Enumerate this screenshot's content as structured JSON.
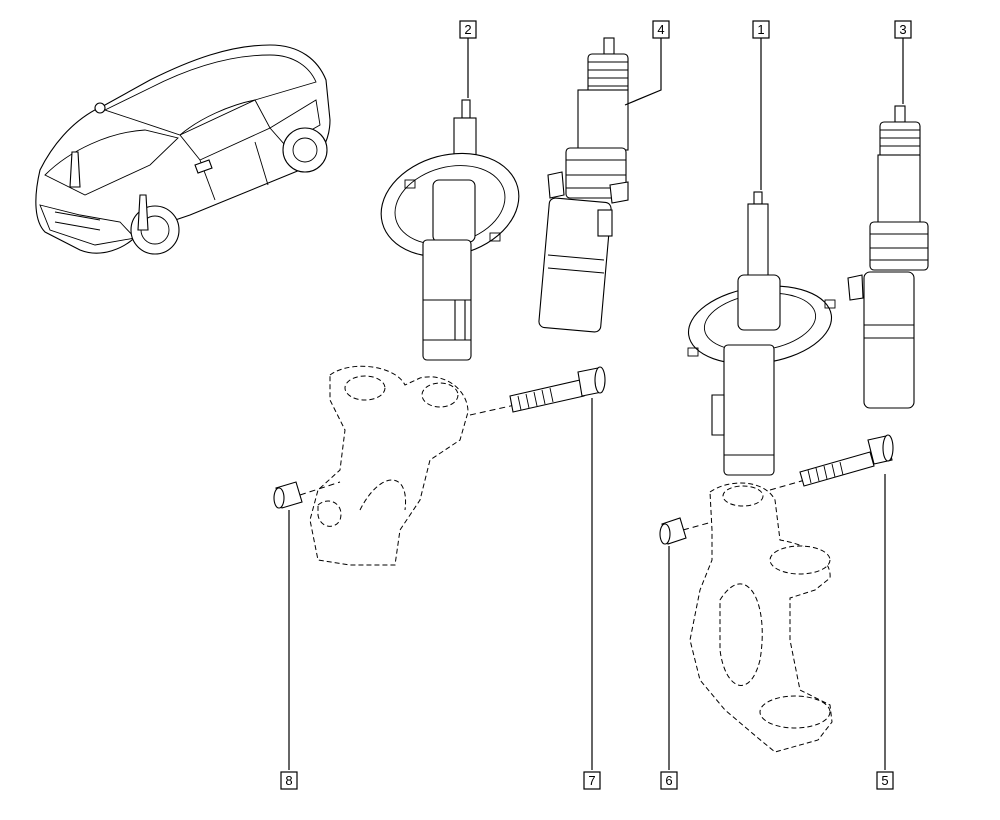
{
  "callouts": [
    {
      "id": "callout-1",
      "label": "1"
    },
    {
      "id": "callout-2",
      "label": "2"
    },
    {
      "id": "callout-3",
      "label": "3"
    },
    {
      "id": "callout-4",
      "label": "4"
    },
    {
      "id": "callout-5",
      "label": "5"
    },
    {
      "id": "callout-6",
      "label": "6"
    },
    {
      "id": "callout-7",
      "label": "7"
    },
    {
      "id": "callout-8",
      "label": "8"
    }
  ],
  "colors": {
    "line": "#000000",
    "background": "#ffffff"
  }
}
